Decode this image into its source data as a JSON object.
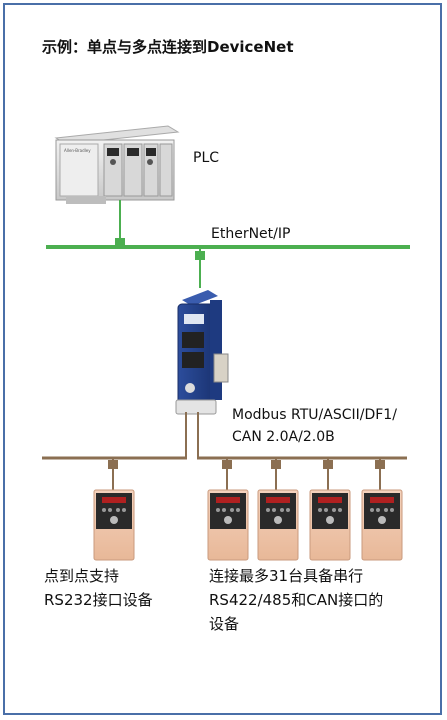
{
  "title": "示例：单点与多点连接到DeviceNet",
  "plc": {
    "label": "PLC",
    "brand": "Allen-Bradley"
  },
  "ethernet": {
    "label": "EtherNet/IP",
    "color": "#4caf50"
  },
  "gateway": {
    "protocols_line1": "Modbus RTU/ASCII/DF1/",
    "protocols_line2": "CAN 2.0A/2.0B"
  },
  "serial_bus_color": "#8b6f52",
  "point_to_point": {
    "line1": "点到点支持",
    "line2": "RS232接口设备"
  },
  "multi_point": {
    "line1": "连接最多31台具备串行",
    "line2": "RS422/485和CAN接口的",
    "line3": "设备"
  },
  "drives": {
    "count_left": 1,
    "count_right": 4
  }
}
